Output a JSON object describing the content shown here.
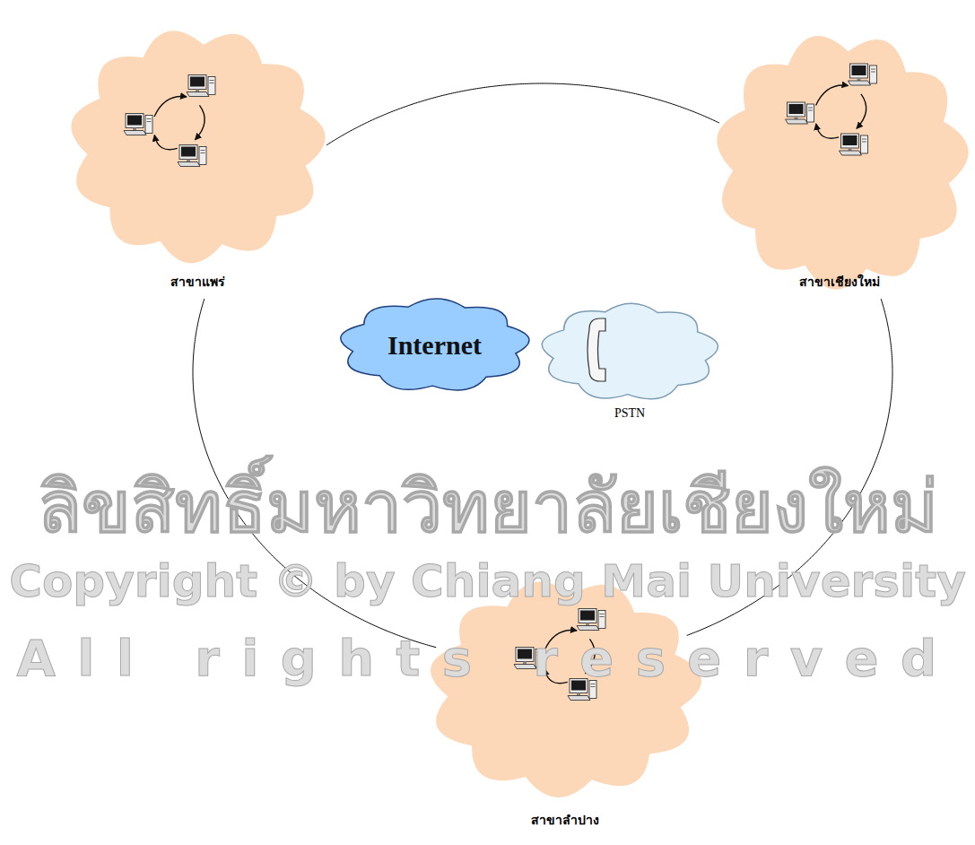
{
  "diagram": {
    "nodes": [
      {
        "text": [
          "สาขาแพร่"
        ]
      },
      {
        "text": [
          "สาขาเชียงใหม่"
        ]
      },
      {
        "text": [
          "Internet"
        ]
      },
      {
        "text": [
          "PSTN"
        ]
      },
      {
        "text": [
          "สาขาลำปาง"
        ]
      }
    ],
    "edges": [
      {
        "from": 0,
        "to": 1,
        "arrow": "none"
      },
      {
        "from": 1,
        "to": 4,
        "arrow": "none"
      },
      {
        "from": 4,
        "to": 0,
        "arrow": "none"
      }
    ],
    "labels": [
      "ลิขสิทธิ์มหาวิทยาลัยเชียงใหม่",
      "Copyright © by Chiang Mai University",
      "All rights reserved"
    ]
  }
}
